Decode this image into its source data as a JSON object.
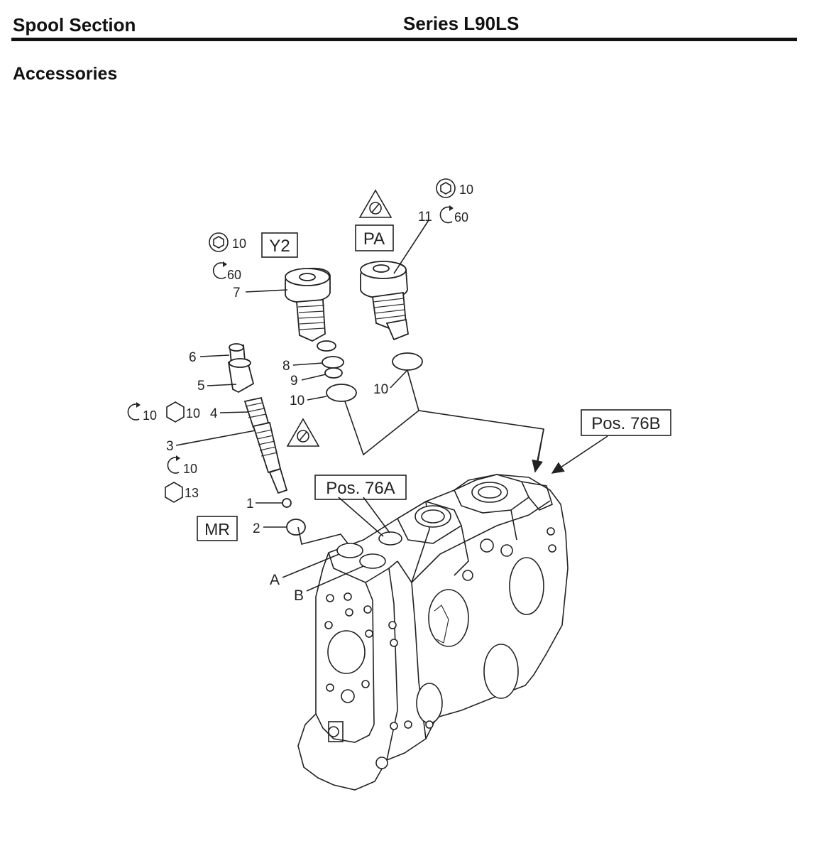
{
  "header": {
    "section_title": "Spool Section",
    "series_title": "Series L90LS"
  },
  "subheader": {
    "title": "Accessories"
  },
  "diagram": {
    "boxes": {
      "y2": "Y2",
      "pa": "PA",
      "mr": "MR",
      "pos76a": "Pos. 76A",
      "pos76b": "Pos. 76B"
    },
    "part_numbers": {
      "p1": "1",
      "p2": "2",
      "p3": "3",
      "p4": "4",
      "p5": "5",
      "p6": "6",
      "p7": "7",
      "p8": "8",
      "p9": "9",
      "p10a": "10",
      "p10b": "10",
      "p11": "11"
    },
    "port_labels": {
      "a": "A",
      "b": "B"
    },
    "tool_specs": {
      "y2_hex": "10",
      "y2_torque": "60",
      "pa_hex": "10",
      "pa_torque": "60",
      "p4_torque": "10",
      "p4_hex": "10",
      "p3_torque": "10",
      "p3_hex": "13"
    },
    "icons": [
      "hex-socket-icon",
      "torque-arrow-icon",
      "hex-nut-icon",
      "warning-triangle-icon"
    ]
  }
}
